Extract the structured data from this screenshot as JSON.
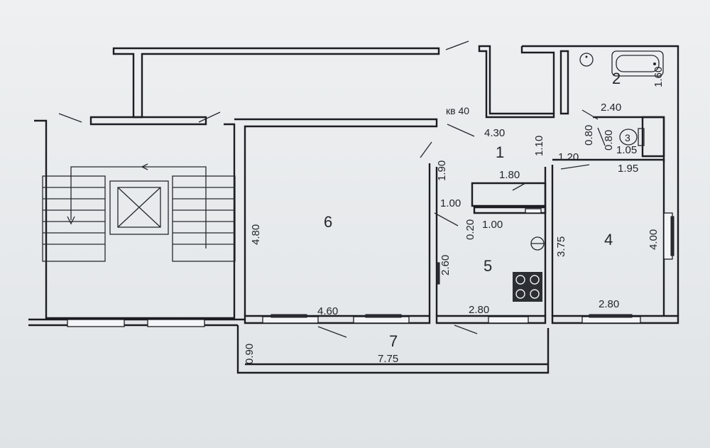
{
  "apartment_label": "кв 40",
  "rooms": [
    {
      "number": "1"
    },
    {
      "number": "2"
    },
    {
      "number": "3"
    },
    {
      "number": "4"
    },
    {
      "number": "5"
    },
    {
      "number": "6"
    },
    {
      "number": "7"
    }
  ],
  "dimensions": {
    "corridor_width": "4.30",
    "corridor_height": "1.10",
    "passage_height": "1.90",
    "closet_width": "1.80",
    "kitchen_door": "1.00",
    "kitchen_niche_height": "0.20",
    "kitchen_niche_width": "1.00",
    "bath_width": "2.40",
    "bath_height": "1.60",
    "wc_height_left": "0.80",
    "wc_height_right": "0.80",
    "wc_width": "1.05",
    "hall_width": "1.20",
    "room4_top": "1.95",
    "room4_left": "3.75",
    "room4_right": "4.00",
    "room4_bottom": "2.80",
    "kitchen_left": "2.60",
    "kitchen_bottom": "2.80",
    "room6_height": "4.80",
    "room6_width": "4.60",
    "balcony_height": "0.90",
    "balcony_width": "7.75"
  }
}
